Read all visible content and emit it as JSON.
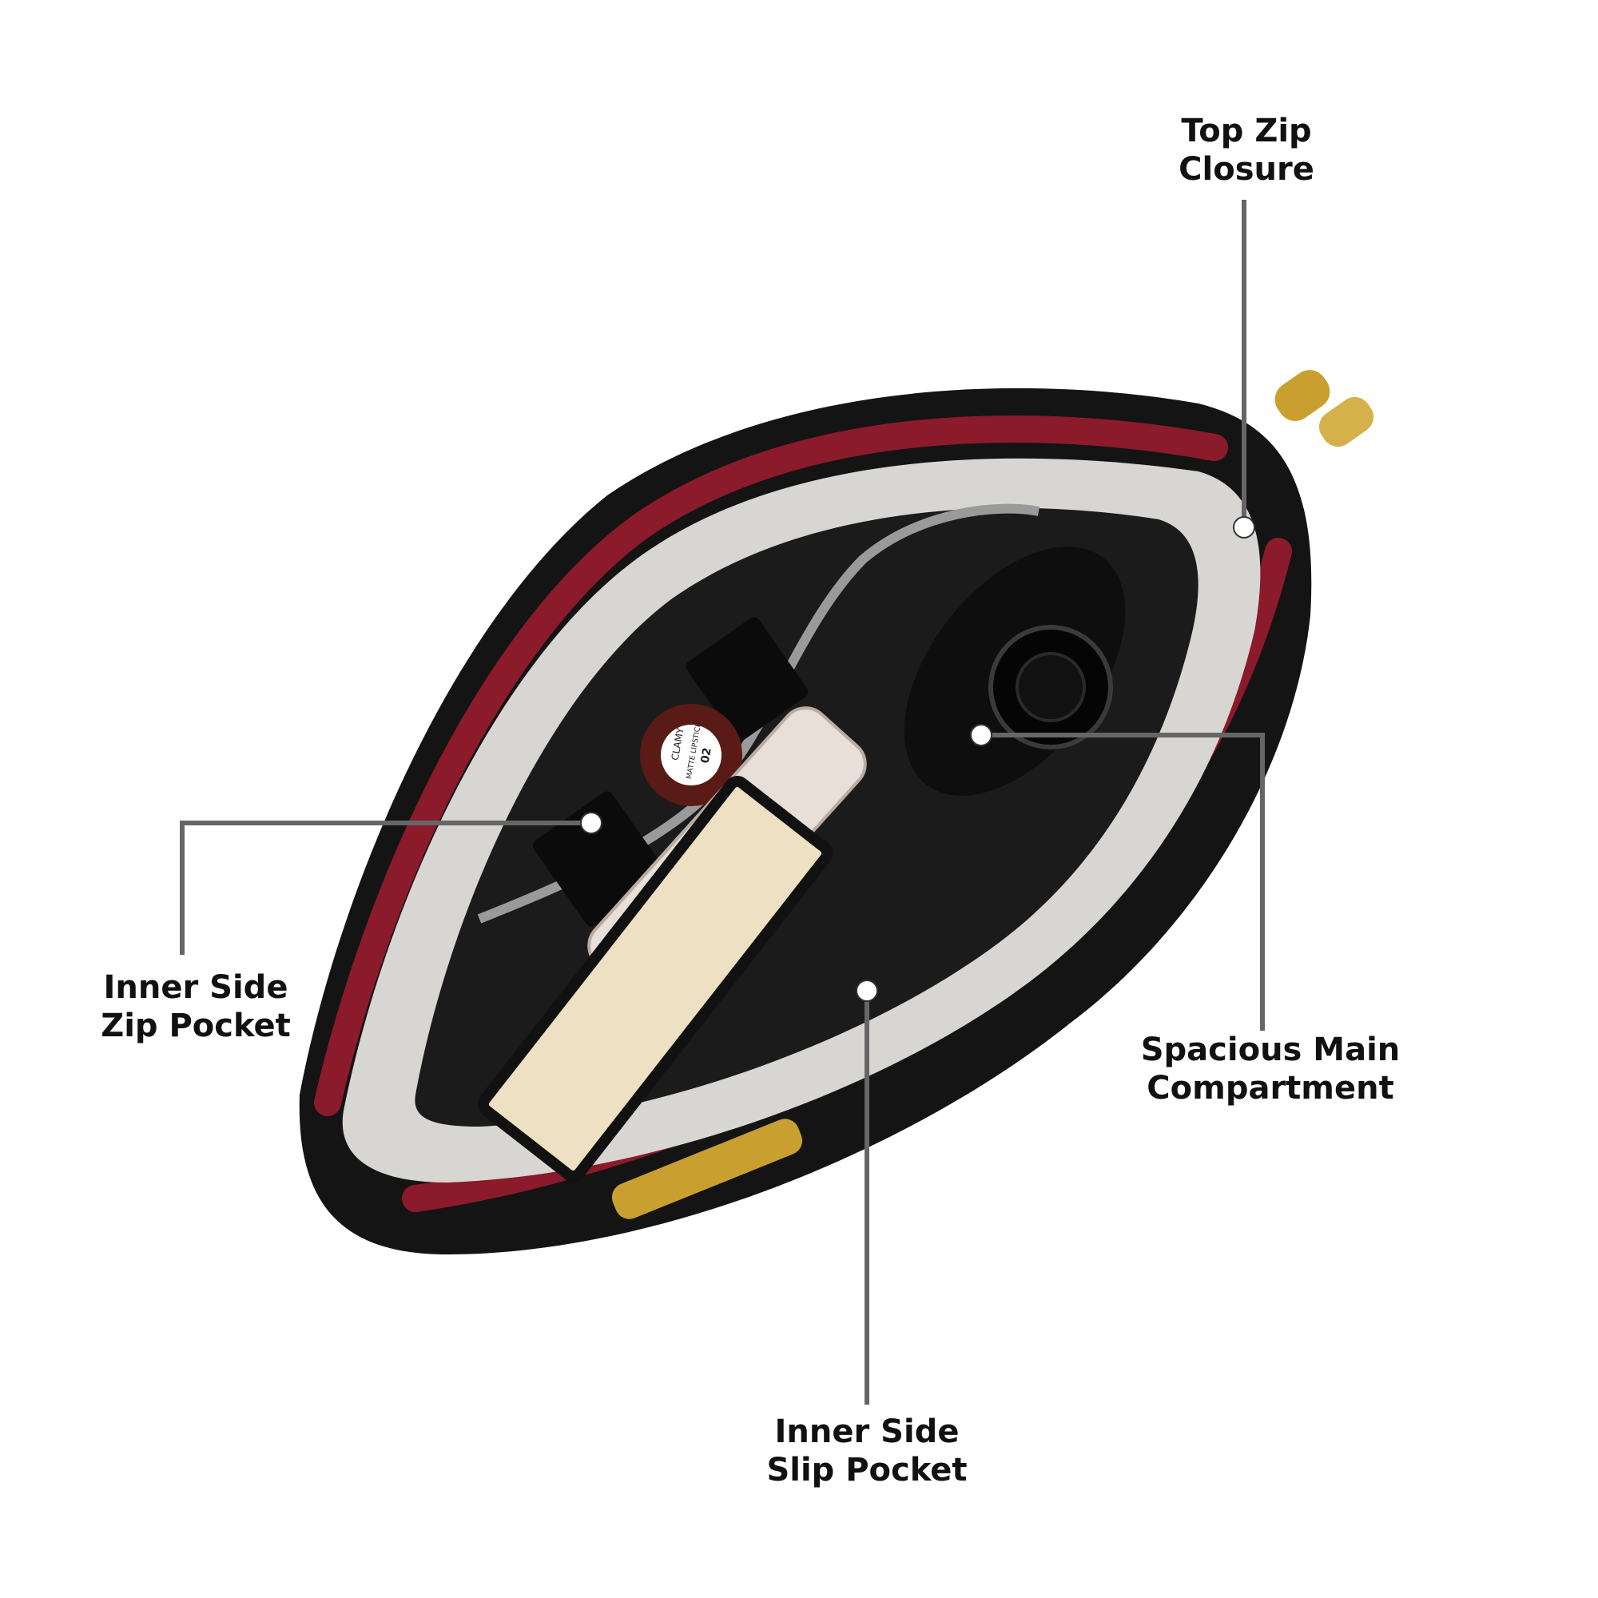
{
  "colors": {
    "background": "#ffffff",
    "leader_line": "#666666",
    "dot_fill": "#ffffff",
    "bag_red": "#8b1a2b",
    "bag_dark": "#111111",
    "lining": "#d8d6d2",
    "gold_hardware": "#c9a030"
  },
  "callouts": {
    "top_zip": {
      "line1": "Top Zip",
      "line2": "Closure"
    },
    "main_compartment": {
      "line1": "Spacious Main",
      "line2": "Compartment"
    },
    "zip_pocket": {
      "line1": "Inner Side",
      "line2": "Zip Pocket"
    },
    "slip_pocket": {
      "line1": "Inner Side",
      "line2": "Slip Pocket"
    }
  },
  "product_text": {
    "lipstick_brand": "CLAMY",
    "lipstick_type": "MATTE LIPSTICK",
    "lipstick_shade": "02"
  }
}
